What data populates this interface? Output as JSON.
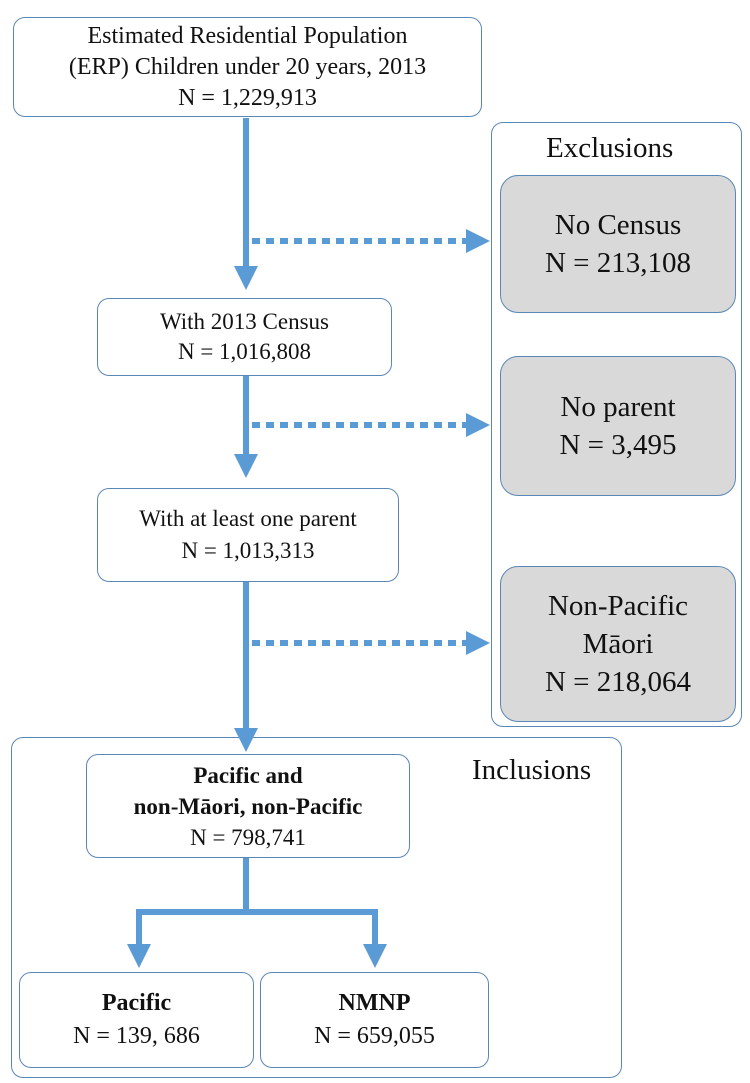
{
  "source_box": {
    "line1": "Estimated Residential Population",
    "line2": "(ERP) Children under 20 years, 2013",
    "count": "N = 1,229,913"
  },
  "census_box": {
    "label": "With 2013 Census",
    "count": "N = 1,016,808"
  },
  "parent_box": {
    "label": "With at least one parent",
    "count": "N = 1,013,313"
  },
  "exclusions": {
    "title": "Exclusions",
    "no_census": {
      "label": "No Census",
      "count": "N = 213,108"
    },
    "no_parent": {
      "label": "No parent",
      "count": "N = 3,495"
    },
    "non_pacific": {
      "line1": "Non-Pacific",
      "line2": "Māori",
      "count": "N = 218,064"
    }
  },
  "inclusions": {
    "title": "Inclusions",
    "combined": {
      "line1": "Pacific and",
      "line2": "non-Māori, non-Pacific",
      "count": "N = 798,741"
    },
    "pacific": {
      "label": "Pacific",
      "count": "N = 139, 686"
    },
    "nmnp": {
      "label": "NMNP",
      "count": "N = 659,055"
    }
  },
  "colors": {
    "arrow": "#5b9bd5",
    "border": "#5b87b7",
    "grey_fill": "#d9d9d9"
  }
}
